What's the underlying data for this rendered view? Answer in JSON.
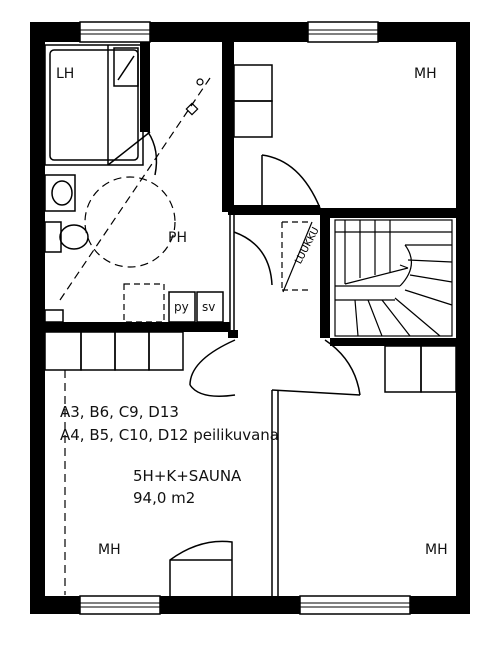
{
  "rooms": {
    "lh": "LH",
    "ph": "PH",
    "mh_top_right": "MH",
    "mh_bottom_left": "MH",
    "mh_bottom_right": "MH"
  },
  "fixtures": {
    "py": "py",
    "sv": "sv",
    "luukku": "LUUKKU"
  },
  "notes": {
    "types_line1": "A3, B6, C9, D13",
    "types_line2": "A4, B5, C10, D12 peilikuvana",
    "apartment_type": "5H+K+SAUNA",
    "area": "94,0 m2"
  }
}
